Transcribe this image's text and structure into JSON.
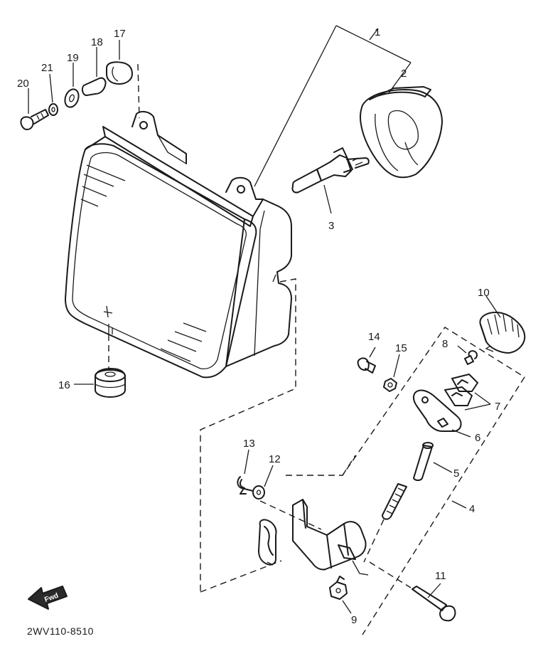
{
  "diagram_code": "2WV110-8510",
  "fwd_label": "Fwd",
  "callouts": [
    {
      "id": "1",
      "text": "1"
    },
    {
      "id": "2",
      "text": "2"
    },
    {
      "id": "3",
      "text": "3"
    },
    {
      "id": "4",
      "text": "4"
    },
    {
      "id": "5",
      "text": "5"
    },
    {
      "id": "6",
      "text": "6"
    },
    {
      "id": "7",
      "text": "7"
    },
    {
      "id": "8",
      "text": "8"
    },
    {
      "id": "9",
      "text": "9"
    },
    {
      "id": "10",
      "text": "10"
    },
    {
      "id": "11",
      "text": "11"
    },
    {
      "id": "12",
      "text": "12"
    },
    {
      "id": "13",
      "text": "13"
    },
    {
      "id": "14",
      "text": "14"
    },
    {
      "id": "15",
      "text": "15"
    },
    {
      "id": "16",
      "text": "16"
    },
    {
      "id": "17",
      "text": "17"
    },
    {
      "id": "18",
      "text": "18"
    },
    {
      "id": "19",
      "text": "19"
    },
    {
      "id": "20",
      "text": "20"
    },
    {
      "id": "21",
      "text": "21"
    }
  ]
}
